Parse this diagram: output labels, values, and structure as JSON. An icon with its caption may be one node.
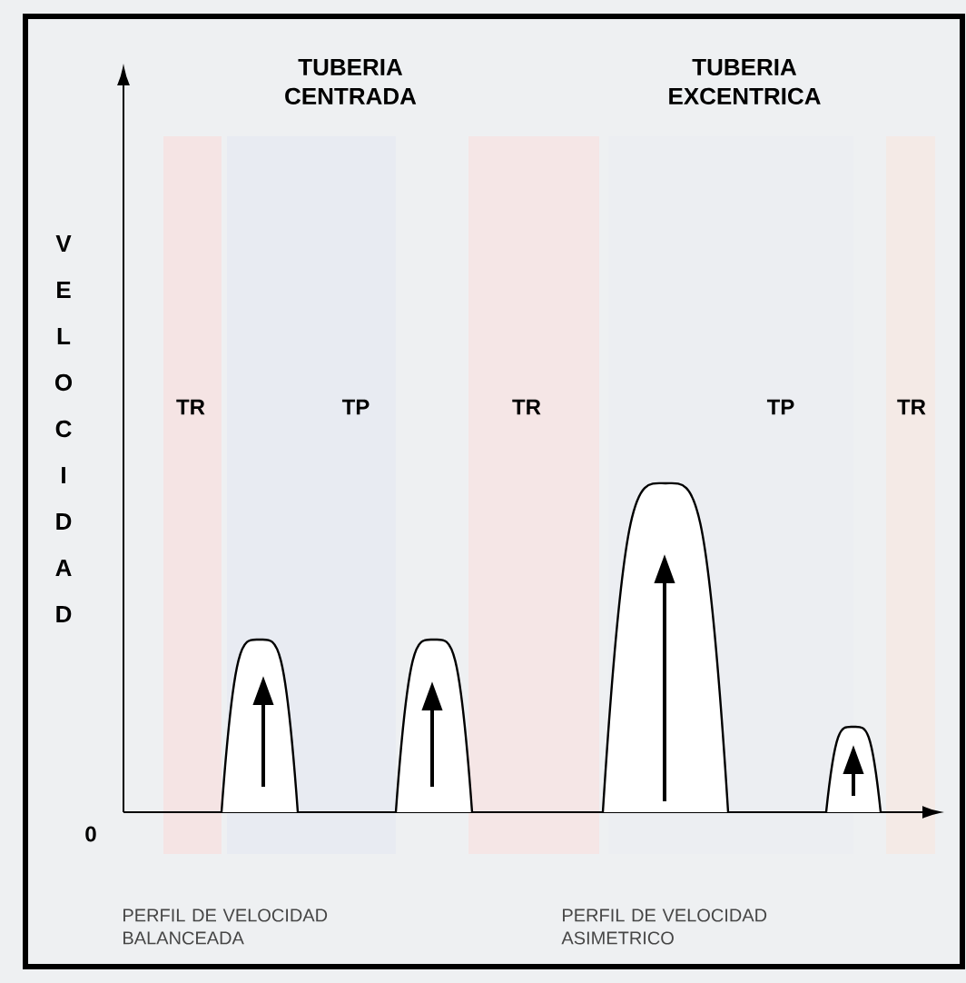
{
  "diagram": {
    "labels": [
      "TUBERIA CENTRADA",
      "TUBERIA EXCENTRICA",
      "VELOCIDAD",
      "TR",
      "TP",
      "TR",
      "TP",
      "TR",
      "0",
      "PERFIL DE VELOCIDAD BALANCEADA",
      "PERFIL DE VELOCIDAD ASIMETRICO"
    ]
  }
}
